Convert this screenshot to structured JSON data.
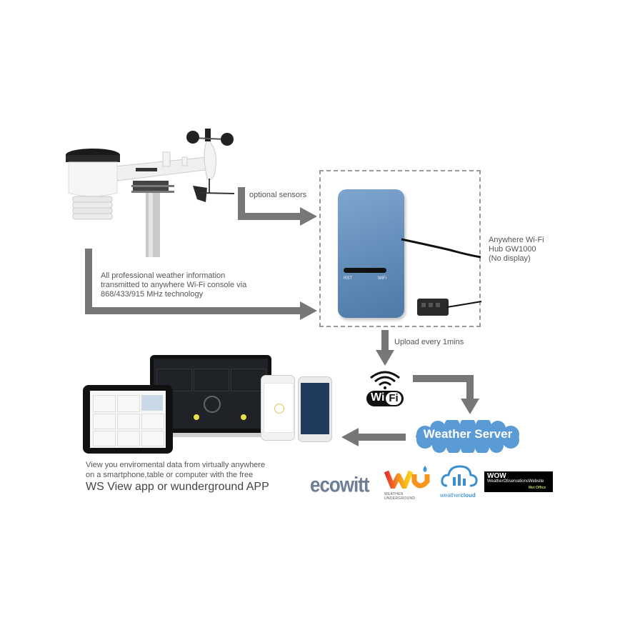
{
  "diagram": {
    "weather_station": {
      "label": ""
    },
    "arrows": {
      "optional_sensors": "optional sensors",
      "rf_transmission": [
        "All professional weather information",
        "transmitted to anywhere Wi-Fi console via",
        "868/433/915 MHz technology"
      ],
      "upload": "Upload every 1mins"
    },
    "hub": {
      "caption": [
        "Anywhere Wi-Fi",
        "Hub GW1000",
        "(No display)"
      ],
      "device_label_left": "RST",
      "device_label_right": "WiFi"
    },
    "wifi_badge": {
      "left": "Wi",
      "right": "Fi"
    },
    "server": {
      "label": "Weather Server"
    },
    "devices_caption": {
      "line1": "View you enviromental data from virtually anywhere",
      "line2": "on a smartphone,table or computer with the free",
      "line3": "WS View app or wunderground APP"
    },
    "logos": {
      "ecowitt": "ecowitt",
      "wunderground": "WEATHER UNDERGROUND",
      "weathercloud_prefix": "weather",
      "weathercloud_suffix": "cloud",
      "wow_title": "WOW",
      "wow_subtitle": "WeatherObservationsWebsite",
      "wow_metoffice": "Met Office"
    },
    "colors": {
      "arrow": "#777777",
      "hub_blue": "#6a93be",
      "cloud_blue": "#5b9bd5",
      "text": "#555555",
      "dashed_border": "#999999"
    }
  }
}
